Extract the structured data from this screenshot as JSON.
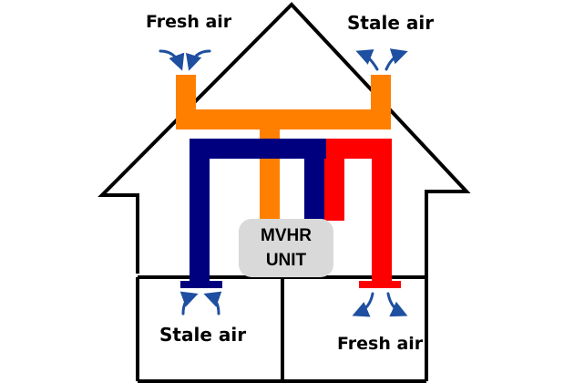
{
  "labels": {
    "fresh_air_intake": "Fresh air",
    "stale_air_exhaust": "Stale air",
    "stale_air_extract": "Stale air",
    "fresh_air_supply": "Fresh air"
  },
  "unit": {
    "line1": "MVHR",
    "line2": "UNIT"
  },
  "colors": {
    "outline": "#000000",
    "outer_duct": "#ff7f00",
    "extract_duct": "#00007f",
    "supply_duct": "#ff0000",
    "unit_fill": "#d9d9d9",
    "arrow": "#1f4fa0"
  },
  "icons": {
    "arrow": "curved-arrow-icon"
  }
}
